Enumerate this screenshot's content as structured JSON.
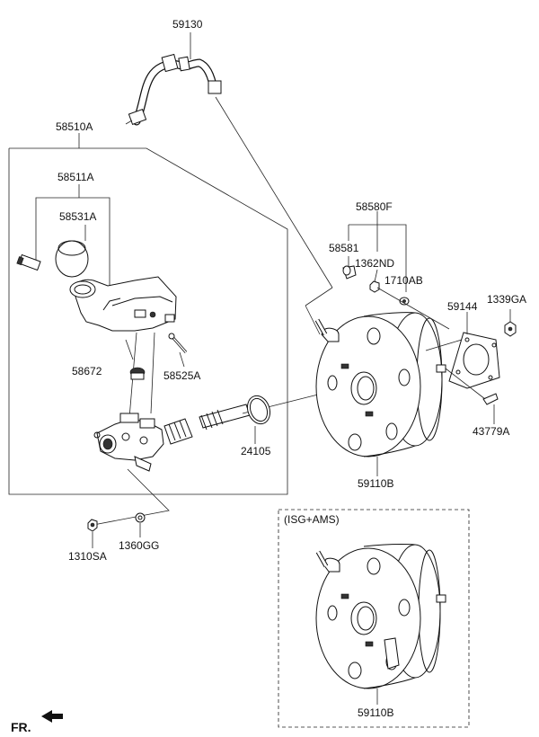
{
  "labels": {
    "p59130": "59130",
    "p58510A": "58510A",
    "p58511A": "58511A",
    "p58531A": "58531A",
    "p58580F": "58580F",
    "p58581": "58581",
    "p1362ND": "1362ND",
    "p1710AB": "1710AB",
    "p1339GA": "1339GA",
    "p59144": "59144",
    "p58672": "58672",
    "p58525A": "58525A",
    "p24105": "24105",
    "p59110B": "59110B",
    "p43779A": "43779A",
    "p1310SA": "1310SA",
    "p1360GG": "1360GG",
    "variant": "(ISG+AMS)",
    "p59110B_variant": "59110B",
    "fr": "FR."
  },
  "icons": {
    "front_direction": "arrow-left-icon"
  }
}
